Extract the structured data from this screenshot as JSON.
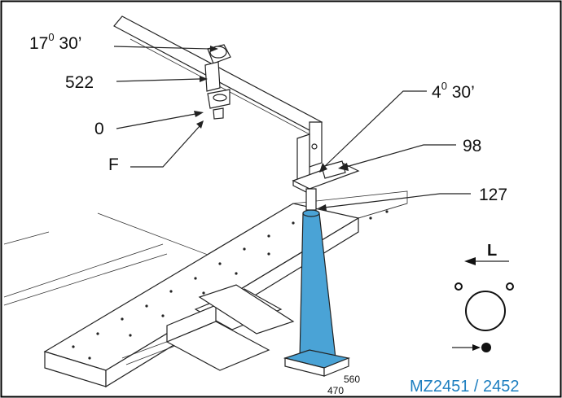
{
  "labels": {
    "angle_top": "17",
    "angle_top_sup": "0",
    "angle_top_min": " 30’",
    "height_522": "522",
    "zero": "0",
    "f": "F",
    "angle_right": "4",
    "angle_right_sup": "0",
    "angle_right_min": " 30’",
    "value_98": "98",
    "value_127": "127",
    "dim_560": "560",
    "dim_470": "470",
    "direction_l": "L",
    "model": "MZ2451 / 2452"
  },
  "colors": {
    "column": "#4aa3d6",
    "model_text": "#1e7fc0",
    "border": "#000000"
  }
}
